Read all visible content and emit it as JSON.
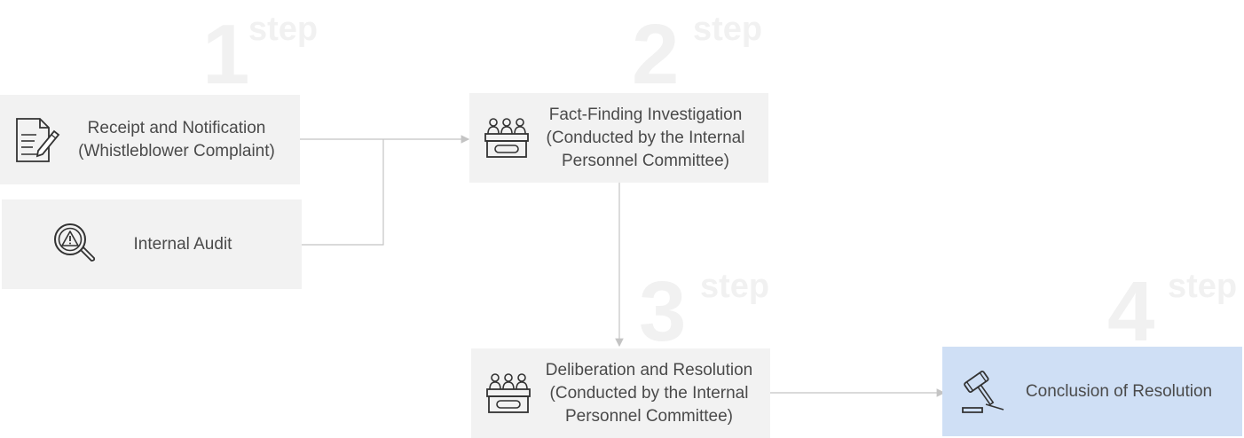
{
  "steps": [
    {
      "number": "1",
      "word": "step"
    },
    {
      "number": "2",
      "word": "step"
    },
    {
      "number": "3",
      "word": "step"
    },
    {
      "number": "4",
      "word": "step"
    }
  ],
  "nodes": {
    "receipt": {
      "line1": "Receipt and Notification",
      "line2": "(Whistleblower Complaint)",
      "icon": "document-pen-icon"
    },
    "audit": {
      "line1": "Internal Audit",
      "icon": "magnifier-warning-icon"
    },
    "investigation": {
      "line1": "Fact-Finding Investigation",
      "line2": "(Conducted by the Internal",
      "line3": "Personnel Committee)",
      "icon": "committee-icon"
    },
    "deliberation": {
      "line1": "Deliberation and Resolution",
      "line2": "(Conducted by the Internal",
      "line3": "Personnel Committee)",
      "icon": "committee-icon"
    },
    "conclusion": {
      "line1": "Conclusion of Resolution",
      "icon": "gavel-icon"
    }
  },
  "colors": {
    "box_background": "#f2f2f2",
    "highlight_background": "#cfdff5",
    "connector": "#c4c4c4",
    "step_watermark": "#f1f1f1",
    "text": "#4a4a4a"
  }
}
